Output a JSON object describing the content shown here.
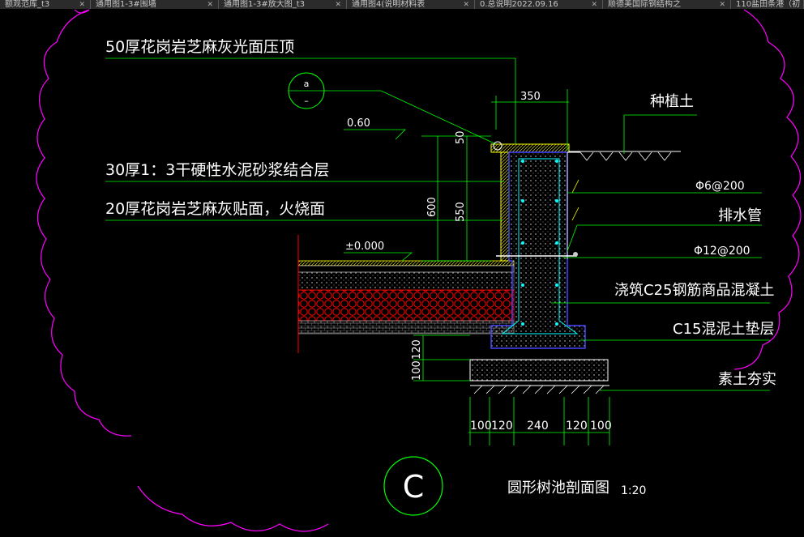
{
  "tabs": [
    {
      "label": "额观范库_t3"
    },
    {
      "label": "通用图1-3#围墙"
    },
    {
      "label": "通用图1-3#放大图_t3"
    },
    {
      "label": "通用图4(说明材料表"
    },
    {
      "label": "0.总说明2022.09.16"
    },
    {
      "label": "顺德美国际钢结构之"
    },
    {
      "label": "110盐田条港（初"
    }
  ],
  "colors": {
    "background": "#000000",
    "leader_green": "#00ff00",
    "label_white": "#ffffff",
    "cloud_magenta": "#ff00ff",
    "rebar_cyan": "#00ffff",
    "concrete_blue": "#4444ff",
    "gravel_red": "#ff0000",
    "hatch_yellow": "#ffff00"
  },
  "drawing": {
    "labels": {
      "top_coping": "50厚花岗岩芝麻灰光面压顶",
      "mortar_layer": "30厚1：3干硬性水泥砂浆结合层",
      "veneer": "20厚花岗岩芝麻灰贴面，火烧面",
      "planting_soil": "种植土",
      "rebar_stirrup": "Φ6@200",
      "drain_pipe": "排水管",
      "rebar_main": "Φ12@200",
      "concrete_c25": "浇筑C25钢筋商品混凝土",
      "concrete_c15": "C15混泥土垫层",
      "compacted_soil": "素土夯实",
      "title": "圆形树池剖面图",
      "scale": "1:20",
      "section_mark": "C"
    },
    "elevations": {
      "top": "0.60",
      "ground": "±0.000"
    },
    "detail_symbol": {
      "top": "a",
      "bottom": "–"
    },
    "dimensions": {
      "top_width": "350",
      "top_coping_thickness": "50",
      "wall_height": "600",
      "wall_height_inner": "550",
      "footing_height": "120",
      "cushion_height": "100",
      "bottom_chain": [
        "100",
        "120",
        "240",
        "120",
        "100"
      ]
    }
  }
}
